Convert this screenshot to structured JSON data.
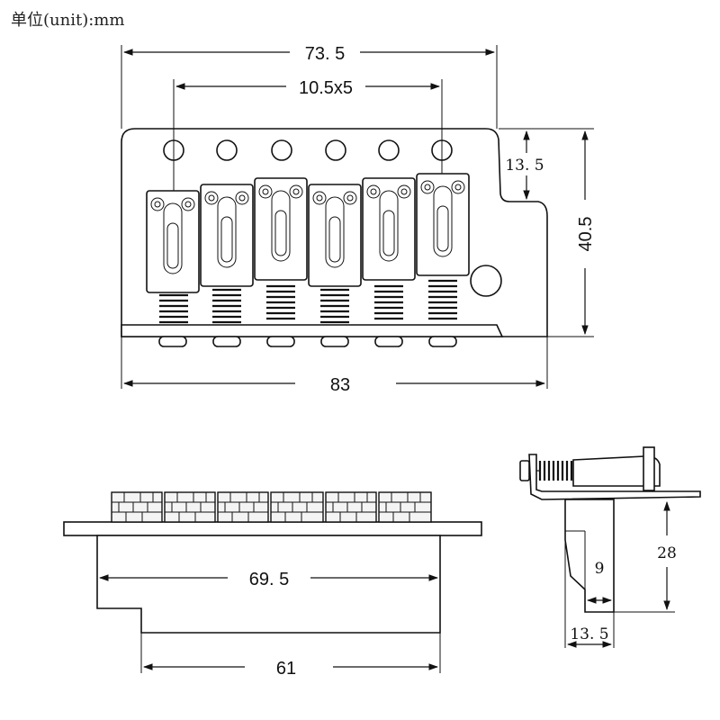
{
  "header": {
    "unit_label": "单位(unit):mm"
  },
  "dimensions": {
    "top_width": "73. 5",
    "string_spacing": "10.5x5",
    "step_height": "13. 5",
    "height": "40.5",
    "base_width": "83",
    "block_width": "69. 5",
    "block_lower_width": "61",
    "side_depth": "28",
    "side_step": "9",
    "side_width": "13. 5"
  }
}
